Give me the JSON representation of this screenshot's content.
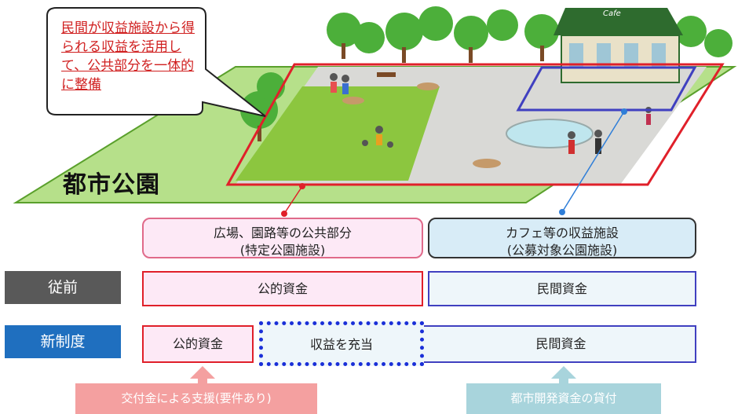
{
  "callout": {
    "text": "民間が収益施設から得られる収益を活用して、公共部分を一体的に整備"
  },
  "park_label": "都市公園",
  "cafe_sign": "Cafe",
  "categories": {
    "public": {
      "line1": "広場、園路等の公共部分",
      "line2": "(特定公園施設)"
    },
    "revenue": {
      "line1": "カフェ等の収益施設",
      "line2": "(公募対象公園施設)"
    }
  },
  "rows": {
    "before": {
      "label": "従前",
      "public_cell": "公的資金",
      "private_cell": "民間資金"
    },
    "new": {
      "label": "新制度",
      "public_cell": "公的資金",
      "allocation_cell": "収益を充当",
      "private_cell": "民間資金"
    }
  },
  "support": {
    "left": "交付金による支援(要件あり)",
    "right": "都市開発資金の貸付"
  },
  "colors": {
    "red": "#e0202a",
    "blue": "#4040c0",
    "dotted_blue": "#1a2fd8",
    "before_label_bg": "#595959",
    "new_label_bg": "#1f6fbf",
    "pink_fill": "#fde9f6",
    "light_blue_fill": "#eef6fa",
    "support_left_bg": "#f4a0a0",
    "support_right_bg": "#a8d4dc"
  }
}
